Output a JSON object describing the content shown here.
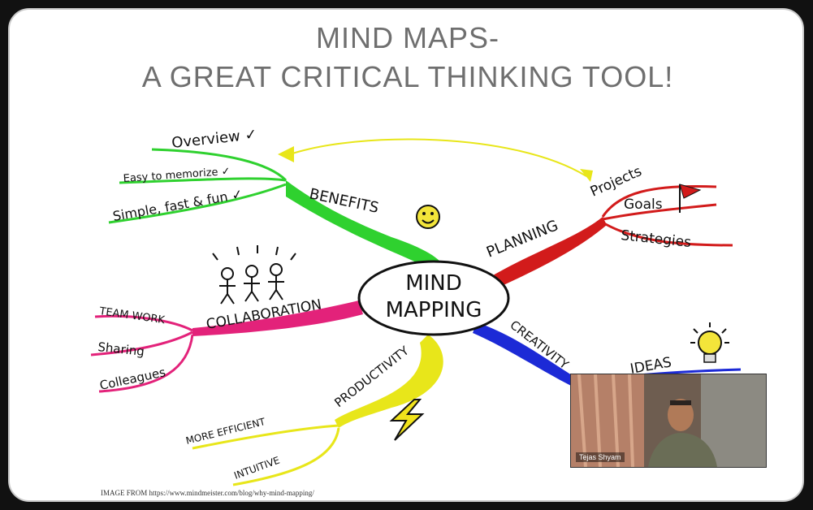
{
  "slide": {
    "title_line1": "MIND MAPS-",
    "title_line2": "A GREAT CRITICAL THINKING TOOL!",
    "credit": "IMAGE FROM https://www.mindmeister.com/blog/why-mind-mapping/"
  },
  "mindmap": {
    "center_line1": "MIND",
    "center_line2": "MAPPING",
    "benefits": {
      "label": "BENEFITS",
      "color": "#2fd12f",
      "items": [
        "Overview ✓",
        "Easy to memorize ✓",
        "Simple, fast & fun ✓"
      ]
    },
    "planning": {
      "label": "PLANNING",
      "color": "#d21b1b",
      "items": [
        "Projects",
        "Goals",
        "Strategies"
      ]
    },
    "collaboration": {
      "label": "COLLABORATION",
      "color": "#e3227a",
      "items": [
        "TEAM WORK",
        "Sharing",
        "Colleagues"
      ]
    },
    "creativity": {
      "label": "CREATIVITY",
      "color": "#1c2ad6",
      "items": [
        "IDEAS"
      ]
    },
    "productivity": {
      "label": "PRODUCTIVITY",
      "color": "#e8e61a",
      "items": [
        "MORE EFFICIENT",
        "INTUITIVE"
      ]
    }
  },
  "webcam": {
    "name": "Tejas Shyam"
  }
}
